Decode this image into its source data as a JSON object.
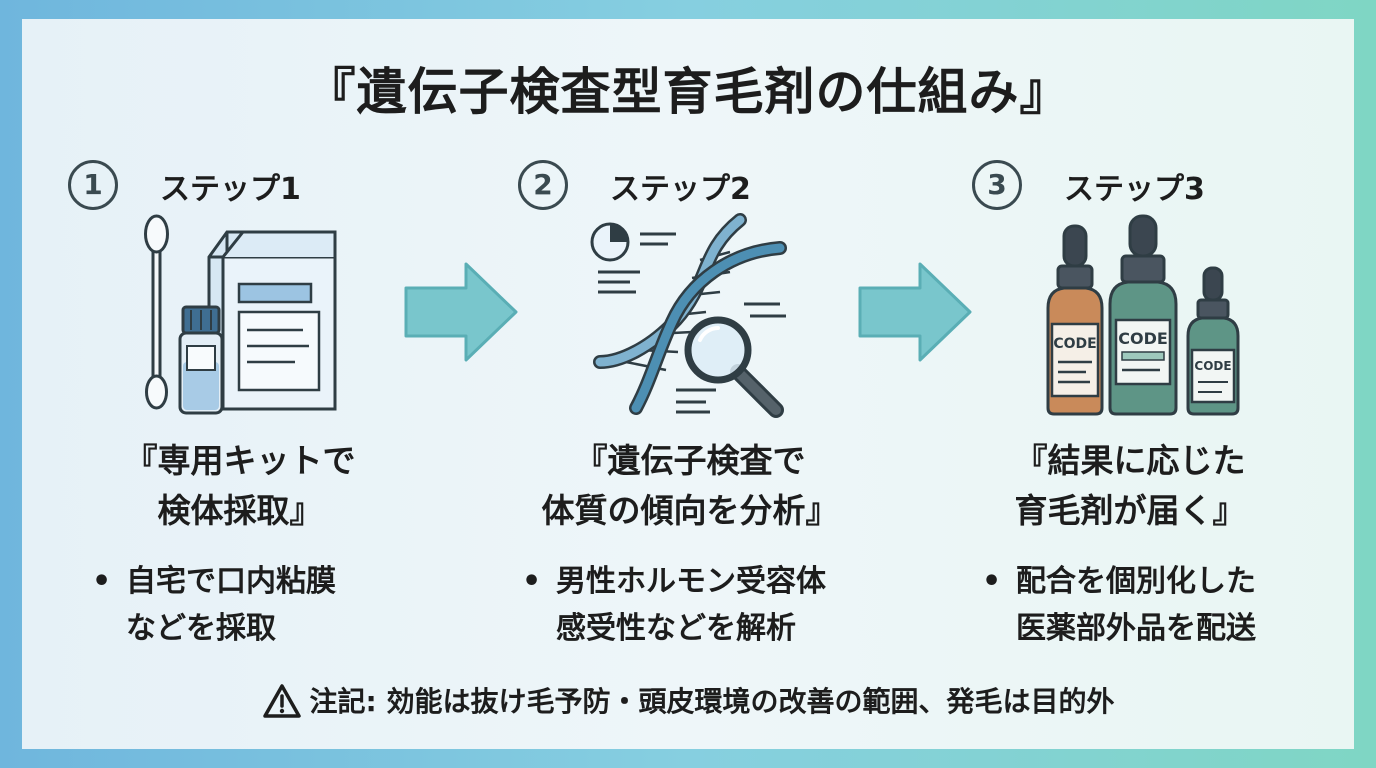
{
  "title": "『遺伝子検査型育毛剤の仕組み』",
  "steps": [
    {
      "number": "1",
      "label": "ステップ1",
      "heading_line1": "『専用キットで",
      "heading_line2": "検体採取』",
      "bullet_line1": "自宅で口内粘膜",
      "bullet_line2": "などを採取"
    },
    {
      "number": "2",
      "label": "ステップ2",
      "heading_line1": "『遺伝子検査で",
      "heading_line2": "体質の傾向を分析』",
      "bullet_line1": "男性ホルモン受容体",
      "bullet_line2": "感受性などを解析"
    },
    {
      "number": "3",
      "label": "ステップ3",
      "heading_line1": "『結果に応じた",
      "heading_line2": "育毛剤が届く』",
      "bullet_line1": "配合を個別化した",
      "bullet_line2": "医薬部外品を配送"
    }
  ],
  "bottle_labels": [
    "CODE",
    "CODE",
    "CODE"
  ],
  "bullet_symbol": "•",
  "note": "注記: 効能は抜け毛予防・頭皮環境の改善の範囲、発毛は目的外",
  "icons": {
    "step1": "test-kit-icon",
    "step2": "dna-analysis-icon",
    "step3": "dropper-bottles-icon",
    "arrow": "right-arrow-icon",
    "note": "warning-icon"
  },
  "colors": {
    "arrow": "#79c6cc",
    "dna": "#4d8fb3",
    "bottle_amber": "#c98a5a",
    "bottle_green": "#5e9586"
  }
}
